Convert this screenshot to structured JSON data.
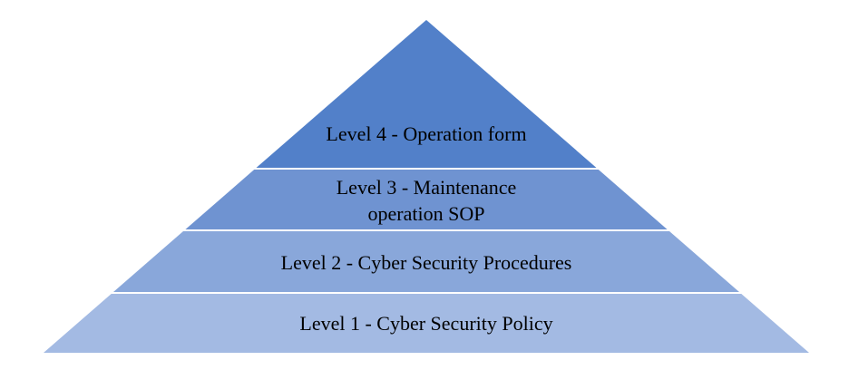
{
  "pyramid": {
    "levels": [
      {
        "lines": [
          "Level 4 - Operation form"
        ],
        "color": "#5280C9"
      },
      {
        "lines": [
          "Level 3 - Maintenance",
          "operation SOP"
        ],
        "color": "#6F93D1"
      },
      {
        "lines": [
          "Level 2 - Cyber Security Procedures"
        ],
        "color": "#89A7DA"
      },
      {
        "lines": [
          "Level 1 - Cyber Security Policy"
        ],
        "color": "#A3BAE3"
      }
    ]
  }
}
